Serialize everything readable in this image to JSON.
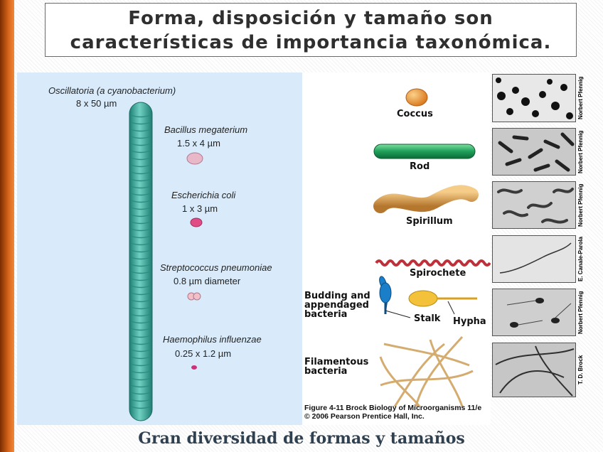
{
  "title": {
    "line1": "Forma, disposición y tamaño son",
    "line2": "características de importancia taxonómica."
  },
  "left_panel": {
    "oscillatoria": {
      "name": "Oscillatoria  (a cyanobacterium)",
      "size": "8 x 50 µm"
    },
    "bacillus": {
      "name": "Bacillus megaterium",
      "size": "1.5 x 4 µm"
    },
    "ecoli": {
      "name": "Escherichia coli",
      "size": "1 x 3 µm"
    },
    "strep": {
      "name": "Streptococcus pneumoniae",
      "size": "0.8 µm diameter"
    },
    "haemophilus": {
      "name": "Haemophilus influenzae",
      "size": "0.25 x 1.2 µm"
    }
  },
  "shapes": {
    "coccus": "Coccus",
    "rod": "Rod",
    "spirillum": "Spirillum",
    "spirochete": "Spirochete",
    "budding": "Budding and appendaged bacteria",
    "stalk": "Stalk",
    "hypha": "Hypha",
    "filamentous": "Filamentous bacteria"
  },
  "credits": [
    "Norbert Pfennig",
    "Norbert Pfennig",
    "Norbert Pfennig",
    "E. Canale-Parola",
    "Norbert Pfennig",
    "T. D. Brock"
  ],
  "caption": {
    "line1": "Figure 4-11  Brock Biology of Microorganisms 11/e",
    "line2": "© 2006 Pearson Prentice Hall, Inc."
  },
  "footer": "Gran diversidad de formas y tamaños",
  "colors": {
    "accent_orange": "#d8661a",
    "panel_blue": "#d9ebfa",
    "cyanobacterium": "#3aa89a"
  }
}
